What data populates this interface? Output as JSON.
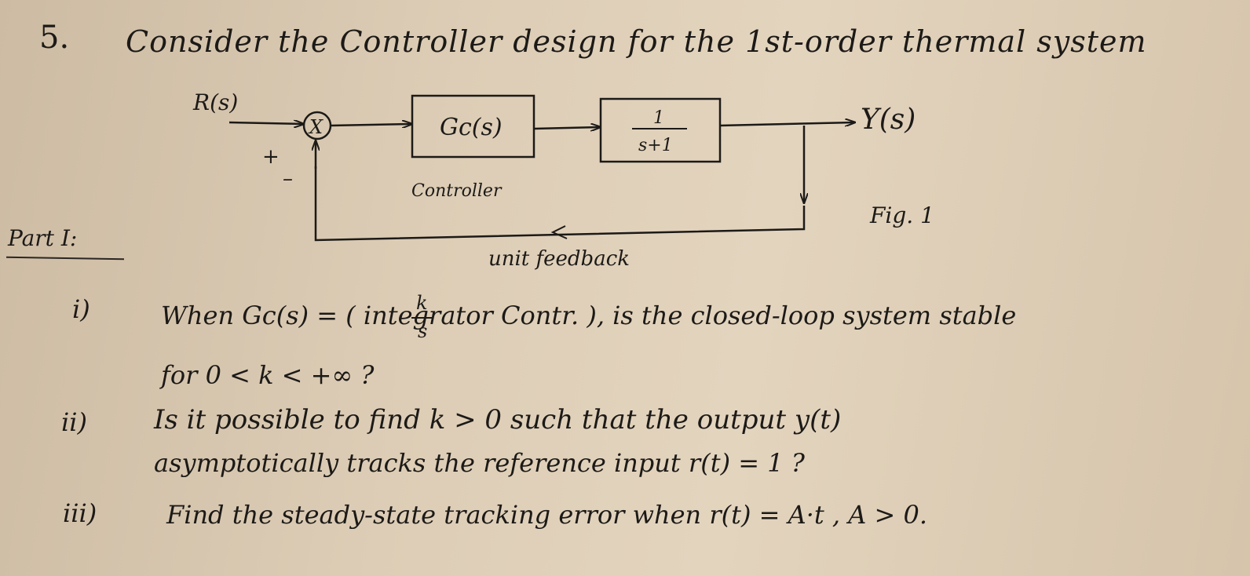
{
  "title": {
    "number": "5.",
    "text": "Consider the Controller design for the 1st-order thermal system"
  },
  "diagram": {
    "input_label": "R(s)",
    "output_label": "Y(s)",
    "summing_junction": "X",
    "plus_sign": "+",
    "minus_sign": "–",
    "controller_block": "Gc(s)",
    "plant_numerator": "1",
    "plant_denominator": "s+1",
    "controller_caption": "Controller",
    "feedback_caption": "unit feedback",
    "figure_label": "Fig. 1"
  },
  "part": {
    "label": "Part I:"
  },
  "questions": [
    {
      "label": "i)",
      "line1": "When  Gc(s) =         ( integrator Contr. ),   is the closed-loop system stable",
      "frac_num": "k",
      "frac_den": "s",
      "line2": "for  0 < k < +∞   ?"
    },
    {
      "label": "ii)",
      "line1": "Is it possible to find  k > 0  such that the output y(t)",
      "line2": "asymptotically tracks the reference input  r(t) = 1 ?"
    },
    {
      "label": "iii)",
      "line1": "Find the steady-state tracking error when  r(t) = A·t ,  A > 0."
    }
  ]
}
